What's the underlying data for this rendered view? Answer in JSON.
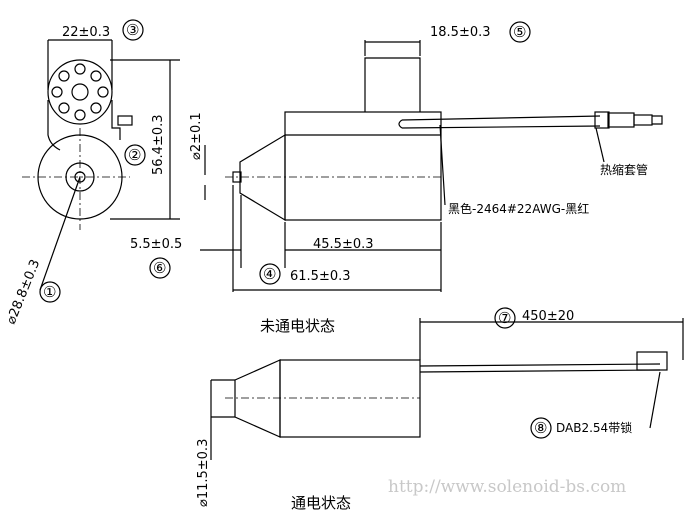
{
  "dims": {
    "d1": "22±0.3",
    "d2": "18.5±0.3",
    "d3": "56.4±0.3",
    "d4": "⌀2±0.1",
    "d5": "⌀28.8±0.3",
    "d6": "5.5±0.5",
    "d7": "45.5±0.3",
    "d8": "61.5±0.3",
    "d9": "450±20",
    "d10": "⌀11.5±0.3"
  },
  "markers": [
    "①",
    "②",
    "③",
    "④",
    "⑤",
    "⑥",
    "⑦",
    "⑧"
  ],
  "labels": {
    "heat_shrink": "热缩套管",
    "wire": "黑色-2464#22AWG-黑红",
    "connector": "DAB2.54带锁"
  },
  "states": {
    "off": "未通电状态",
    "on": "通电状态"
  },
  "watermark": "http://www.solenoid-bs.com"
}
